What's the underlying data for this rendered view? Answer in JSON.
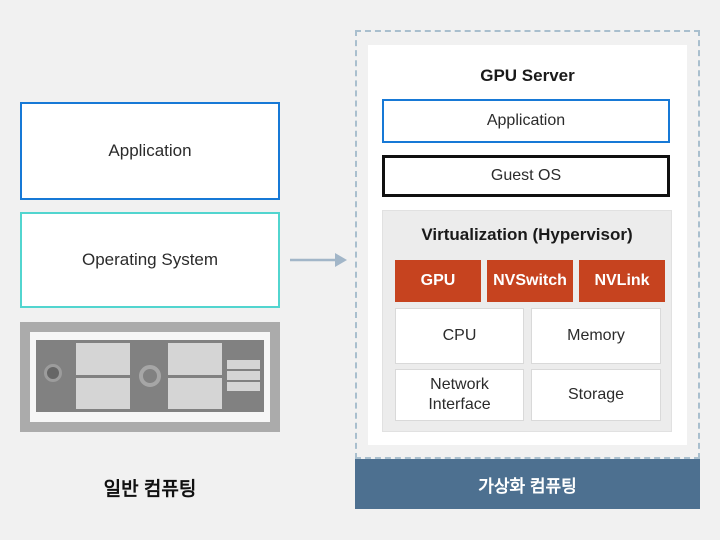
{
  "colors": {
    "background": "#f1f1f1",
    "blue_border": "#1779d6",
    "teal_border": "#52d5cf",
    "black_border": "#101010",
    "red_accent": "#c6431f",
    "caption_bar": "#4d7090",
    "dashed_border": "#a9bfce",
    "arrow": "#a2b6c8",
    "hardware_frame": "#ababab",
    "hardware_board": "#818181"
  },
  "general_computing": {
    "application_label": "Application",
    "operating_system_label": "Operating System",
    "caption": "일반 컴퓨팅"
  },
  "virtualized_computing": {
    "server_title": "GPU Server",
    "application_label": "Application",
    "guest_os_label": "Guest OS",
    "hypervisor": {
      "title": "Virtualization (Hypervisor)",
      "accelerators": [
        "GPU",
        "NVSwitch",
        "NVLink"
      ],
      "hardware": [
        "CPU",
        "Memory",
        "Network Interface",
        "Storage"
      ]
    },
    "caption": "가상화 컴퓨팅"
  }
}
